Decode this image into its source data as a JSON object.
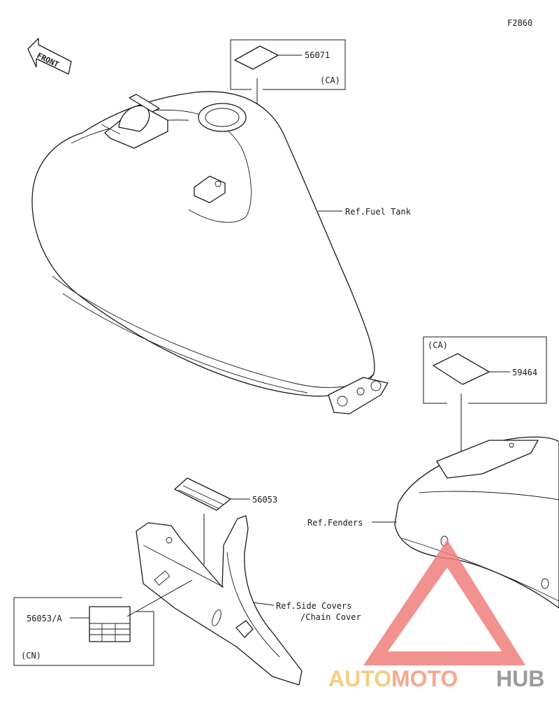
{
  "diagram": {
    "code": "F2860",
    "front_arrow_label": "FRONT",
    "callouts": {
      "label_56071": "56071",
      "ca_top": "(CA)",
      "ref_fuel_tank": "Ref.Fuel Tank",
      "ca_right": "(CA)",
      "label_59464": "59464",
      "ref_fenders": "Ref.Fenders",
      "label_56053": "56053",
      "ref_side_covers_1": "Ref.Side Covers",
      "ref_side_covers_2": "/Chain Cover",
      "label_56053a": "56053/A",
      "cn": "(CN)"
    }
  },
  "watermark": {
    "auto": "AUTO",
    "moto": "MOTO",
    "hub": "HUB",
    "colors": {
      "triangle": "#f07f7c",
      "auto": "#f6c56e",
      "moto": "#f49a7a",
      "hub": "#8a8a8a"
    }
  }
}
